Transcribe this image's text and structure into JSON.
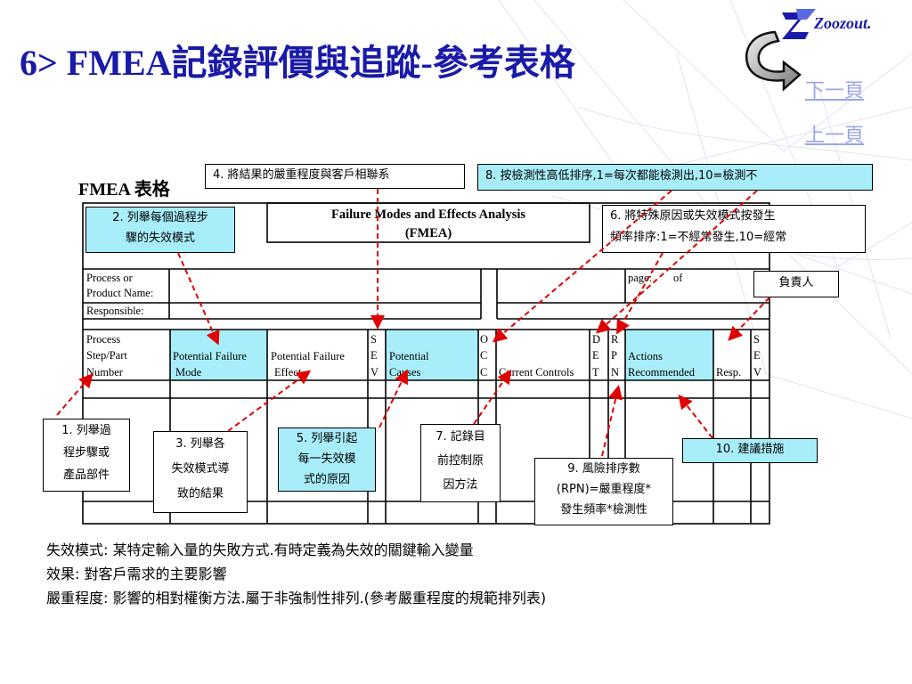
{
  "slide": {
    "title": "6> FMEA記錄評價與追蹤-參考表格",
    "logo_text": "Zoozout.",
    "nav": {
      "next": "下一頁",
      "prev": "上一頁"
    }
  },
  "form": {
    "label": "FMEA 表格",
    "header_title_line1": "Failure Modes and Effects Analysis",
    "header_title_line2": "(FMEA)",
    "info_labels": [
      "Process or",
      "Product Name:",
      "Responsible:"
    ],
    "page_label": "page:",
    "of_label": "of",
    "columns": {
      "process": [
        "Process",
        "Step/Part",
        "Number"
      ],
      "failure_mode": [
        "Potential Failure",
        "Mode"
      ],
      "failure_effect": [
        "Potential Failure",
        "Effect"
      ],
      "sev": [
        "S",
        "E",
        "V"
      ],
      "causes": [
        "Potential",
        "Causes"
      ],
      "occ": [
        "O",
        "C",
        "C"
      ],
      "controls": [
        "Current Controls"
      ],
      "det": [
        "D",
        "E",
        "T"
      ],
      "rpn": [
        "R",
        "P",
        "N"
      ],
      "actions": [
        "Actions",
        "Recommended"
      ],
      "resp": [
        "Resp."
      ],
      "sev2": [
        "S",
        "E",
        "V"
      ]
    }
  },
  "callouts": {
    "c1": [
      "1.  列舉過",
      "程步驟或",
      "產品部件"
    ],
    "c2": [
      "2. 列舉每個過程步",
      "驟的失效模式"
    ],
    "c3": [
      "3.  列舉各",
      "失效模式導",
      "致的結果"
    ],
    "c4": [
      "4.  將結果的嚴重程度與客戶相聯系"
    ],
    "c5": [
      "5. 列舉引起",
      "每一失效模",
      "式的原因"
    ],
    "c6": [
      "6.  將特殊原因或失效模式按發生",
      "頻率排序:1=不經常發生,10=經常"
    ],
    "c7": [
      "7. 記錄目",
      "前控制原",
      "因方法"
    ],
    "c8": [
      "8.  按檢測性高低排序,1=每次都能檢測出,10=檢測不"
    ],
    "c9": [
      "9. 風險排序數",
      "(RPN)=嚴重程度*",
      "發生頻率*檢測性"
    ],
    "c10": [
      "10. 建議措施"
    ],
    "resp": [
      "負責人"
    ]
  },
  "notes": [
    "失效模式: 某特定輸入量的失敗方式.有時定義為失效的關鍵輸入變量",
    "效果: 對客戶需求的主要影響",
    "嚴重程度: 影響的相對權衡方法.屬于非強制性排列.(參考嚴重程度的規範排列表)"
  ],
  "colors": {
    "title": "#1a1aa8",
    "nav": "#9aa6e6",
    "highlight": "#a8eefa",
    "arrow": "#e00000"
  }
}
